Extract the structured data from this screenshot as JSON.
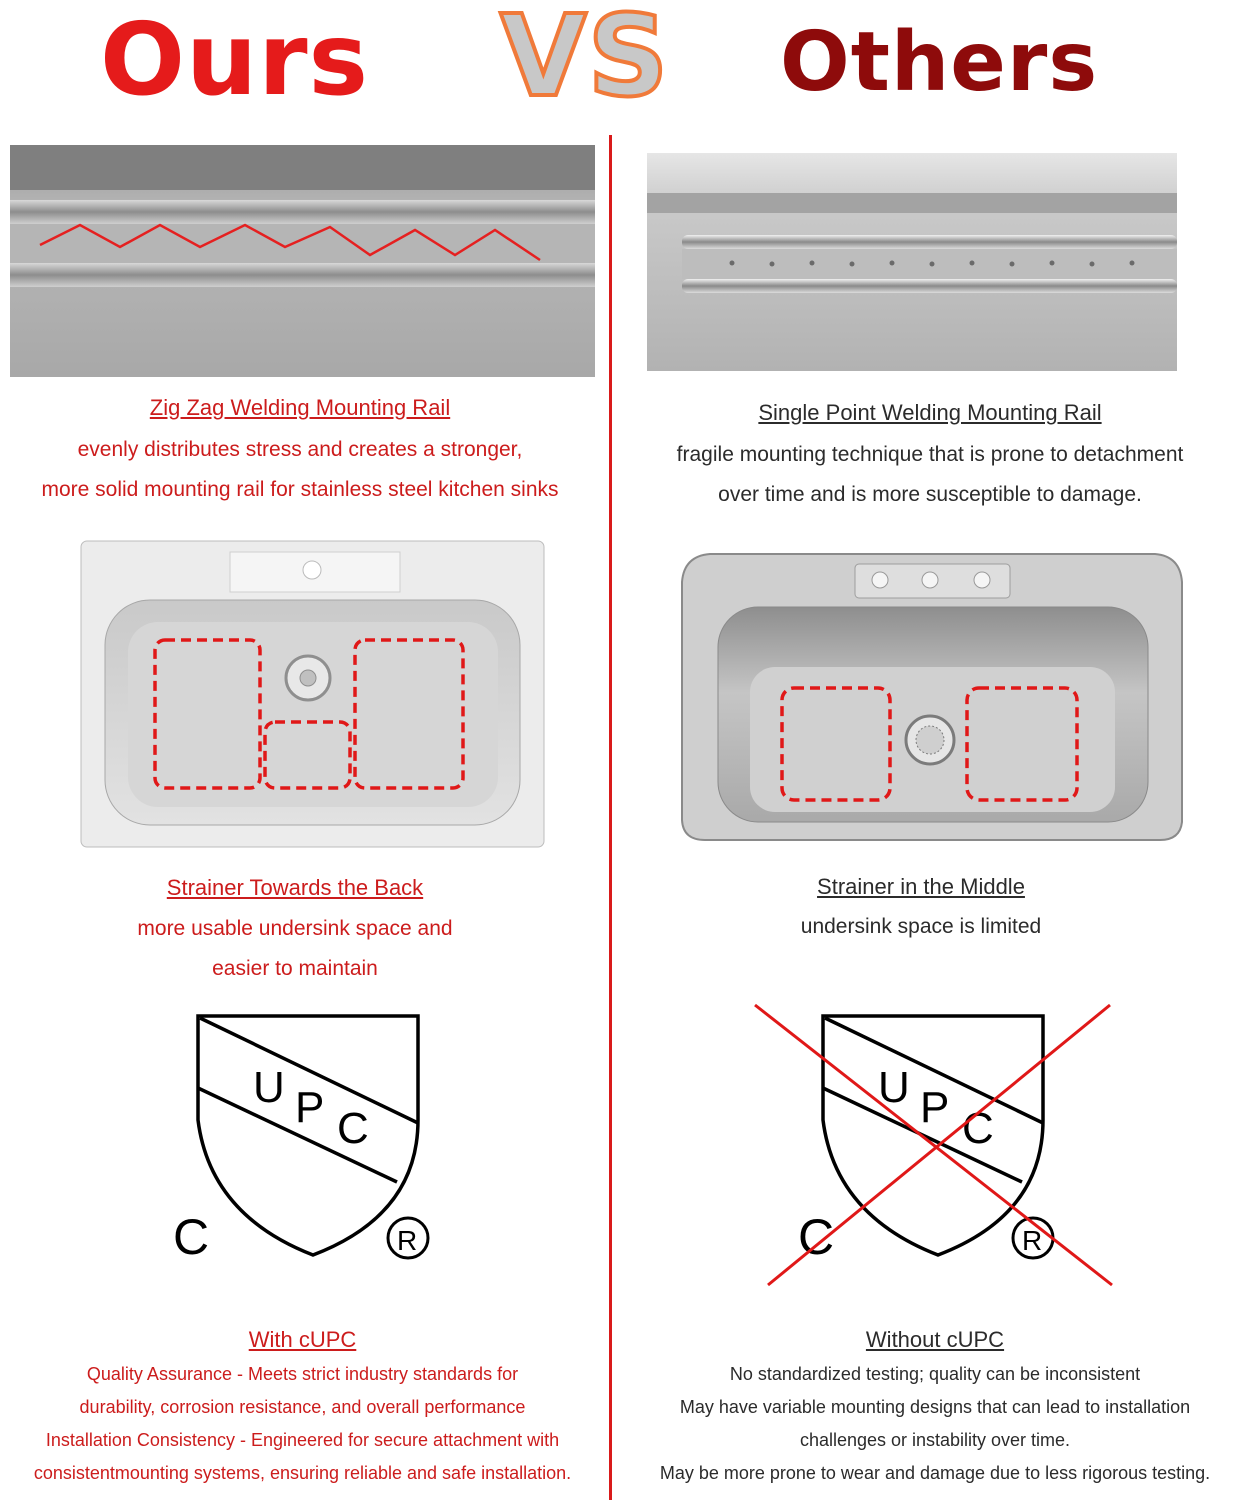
{
  "header": {
    "ours": "Ours",
    "vs": "VS",
    "others": "Others"
  },
  "ours": {
    "rail_title": "Zig Zag Welding Mounting Rail",
    "rail_text": [
      "evenly distributes stress and creates a stronger,",
      "more solid mounting rail for stainless steel kitchen sinks"
    ],
    "strainer_title": "Strainer Towards the Back",
    "strainer_text": [
      "more usable undersink space and",
      "easier to maintain"
    ],
    "cert_title": "With cUPC",
    "cert_text": [
      "Quality Assurance - Meets strict industry standards for",
      "durability, corrosion resistance, and overall performance",
      "Installation Consistency - Engineered for secure attachment with",
      "consistentmounting systems, ensuring reliable and safe installation."
    ]
  },
  "others": {
    "rail_title": "Single Point Welding Mounting Rail",
    "rail_text": [
      "fragile mounting technique that is prone to detachment",
      "over time and is more susceptible to damage."
    ],
    "strainer_title": "Strainer in the Middle",
    "strainer_text": [
      "undersink space is limited"
    ],
    "cert_title": "Without cUPC",
    "cert_text": [
      "No standardized testing; quality can be inconsistent",
      "May have variable mounting designs that can lead to installation",
      "challenges or instability over time.",
      "May be more prone to wear and damage due to less rigorous testing."
    ]
  },
  "logo": {
    "letters": [
      "U",
      "P",
      "C",
      "C",
      "R"
    ]
  },
  "colors": {
    "ours_red": "#e51b1b",
    "others_dark_red": "#8e0b0b",
    "vs_fill": "#c8c8c8",
    "vs_outline": "#f07a3a",
    "divider": "#d91a1a",
    "ours_text": "#cc1c1c",
    "others_text": "#2b2b2b"
  }
}
